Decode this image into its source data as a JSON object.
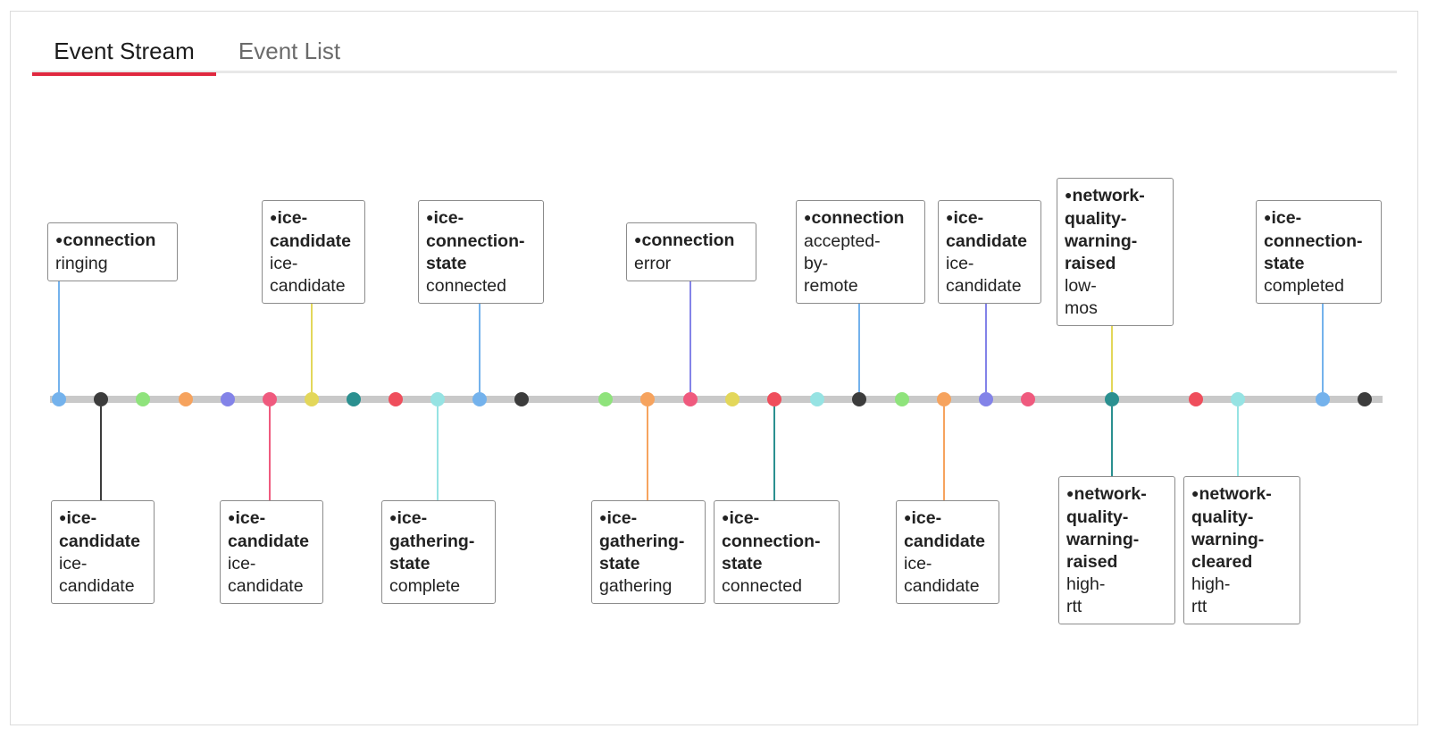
{
  "tabs": [
    {
      "label": "Event Stream",
      "active": true
    },
    {
      "label": "Event List",
      "active": false
    }
  ],
  "colors": {
    "track": "#c9c9c9",
    "tab_active_underline": "#e0283f",
    "card_border": "#8c8c8c"
  },
  "timeline": {
    "dots": [
      {
        "color": "#74b2ec"
      },
      {
        "color": "#3c3c3c"
      },
      {
        "color": "#8fe37c"
      },
      {
        "color": "#f6a35e"
      },
      {
        "color": "#8383e8"
      },
      {
        "color": "#ef5a7e"
      },
      {
        "color": "#e3d75a"
      },
      {
        "color": "#2b9090"
      },
      {
        "color": "#ef4e5c"
      },
      {
        "color": "#96e3e3"
      },
      {
        "color": "#74b2ec"
      },
      {
        "color": "#3c3c3c"
      },
      {
        "color": "#8fe37c"
      },
      {
        "color": "#f6a35e"
      },
      {
        "color": "#ef5a7e"
      },
      {
        "color": "#e3d75a"
      },
      {
        "color": "#ef4e5c"
      },
      {
        "color": "#96e3e3"
      },
      {
        "color": "#3c3c3c"
      },
      {
        "color": "#8fe37c"
      },
      {
        "color": "#f6a35e"
      },
      {
        "color": "#8383e8"
      },
      {
        "color": "#ef5a7e"
      },
      {
        "color": "#2b9090"
      },
      {
        "color": "#ef4e5c"
      },
      {
        "color": "#96e3e3"
      },
      {
        "color": "#74b2ec"
      },
      {
        "color": "#3c3c3c"
      }
    ],
    "events": [
      {
        "name": "connection",
        "value": "ringing",
        "dot": 0,
        "color": "#74b2ec"
      },
      {
        "name": "ice-\ncandidate",
        "value": "ice-\ncandidate",
        "dot": 1,
        "color": "#3c3c3c"
      },
      {
        "name": "ice-\ncandidate",
        "value": "ice-\ncandidate",
        "dot": 5,
        "color": "#ef5a7e"
      },
      {
        "name": "ice-\ncandidate",
        "value": "ice-\ncandidate",
        "dot": 6,
        "color": "#e3d75a"
      },
      {
        "name": "ice-\ngathering-\nstate",
        "value": "complete",
        "dot": 9,
        "color": "#96e3e3"
      },
      {
        "name": "ice-\nconnection-\nstate",
        "value": "connected",
        "dot": 10,
        "color": "#74b2ec"
      },
      {
        "name": "ice-\ngathering-\nstate",
        "value": "gathering",
        "dot": 13,
        "color": "#f6a35e"
      },
      {
        "name": "connection",
        "value": "error",
        "dot": 14,
        "color": "#8383e8"
      },
      {
        "name": "ice-\nconnection-\nstate",
        "value": "connected",
        "dot": 16,
        "color": "#2b9090"
      },
      {
        "name": "connection",
        "value": "accepted-\nby-\nremote",
        "dot": 18,
        "color": "#74b2ec"
      },
      {
        "name": "ice-\ncandidate",
        "value": "ice-\ncandidate",
        "dot": 20,
        "color": "#f6a35e"
      },
      {
        "name": "ice-\ncandidate",
        "value": "ice-\ncandidate",
        "dot": 21,
        "color": "#8383e8"
      },
      {
        "name": "network-\nquality-\nwarning-\nraised",
        "value": "low-\nmos",
        "dot": 23,
        "color": "#e3d75a"
      },
      {
        "name": "network-\nquality-\nwarning-\nraised",
        "value": "high-\nrtt",
        "dot": 23,
        "color": "#2b9090"
      },
      {
        "name": "network-\nquality-\nwarning-\ncleared",
        "value": "high-\nrtt",
        "dot": 25,
        "color": "#96e3e3"
      },
      {
        "name": "ice-\nconnection-\nstate",
        "value": "completed",
        "dot": 26,
        "color": "#74b2ec"
      }
    ]
  }
}
